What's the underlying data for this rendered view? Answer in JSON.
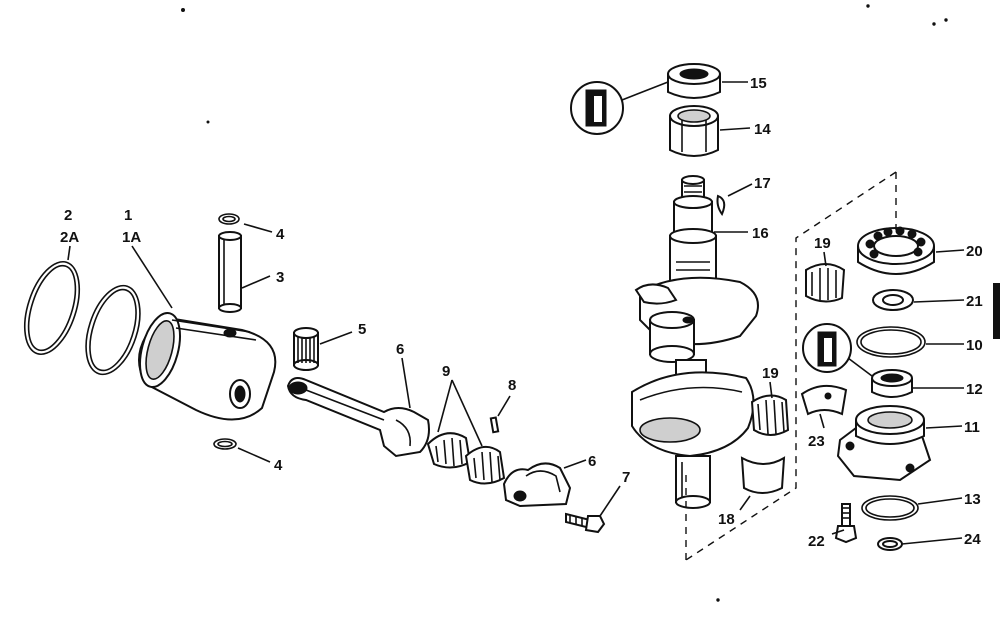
{
  "diagram": {
    "parts": [
      {
        "id": "p2",
        "label": "2"
      },
      {
        "id": "p2a",
        "label": "2A"
      },
      {
        "id": "p1",
        "label": "1"
      },
      {
        "id": "p1a",
        "label": "1A"
      },
      {
        "id": "p4a",
        "label": "4"
      },
      {
        "id": "p3",
        "label": "3"
      },
      {
        "id": "p5",
        "label": "5"
      },
      {
        "id": "p6a",
        "label": "6"
      },
      {
        "id": "p9",
        "label": "9"
      },
      {
        "id": "p8",
        "label": "8"
      },
      {
        "id": "p4b",
        "label": "4"
      },
      {
        "id": "p6b",
        "label": "6"
      },
      {
        "id": "p7",
        "label": "7"
      },
      {
        "id": "p15",
        "label": "15"
      },
      {
        "id": "p14",
        "label": "14"
      },
      {
        "id": "p17",
        "label": "17"
      },
      {
        "id": "p16",
        "label": "16"
      },
      {
        "id": "p19a",
        "label": "19"
      },
      {
        "id": "p20",
        "label": "20"
      },
      {
        "id": "p21",
        "label": "21"
      },
      {
        "id": "p10",
        "label": "10"
      },
      {
        "id": "p12",
        "label": "12"
      },
      {
        "id": "p19b",
        "label": "19"
      },
      {
        "id": "p11",
        "label": "11"
      },
      {
        "id": "p23",
        "label": "23"
      },
      {
        "id": "p18",
        "label": "18"
      },
      {
        "id": "p13",
        "label": "13"
      },
      {
        "id": "p22",
        "label": "22"
      },
      {
        "id": "p24",
        "label": "24"
      }
    ],
    "colors": {
      "ink": "#111111",
      "paper": "#ffffff",
      "shade": "#cfcfcf"
    }
  }
}
